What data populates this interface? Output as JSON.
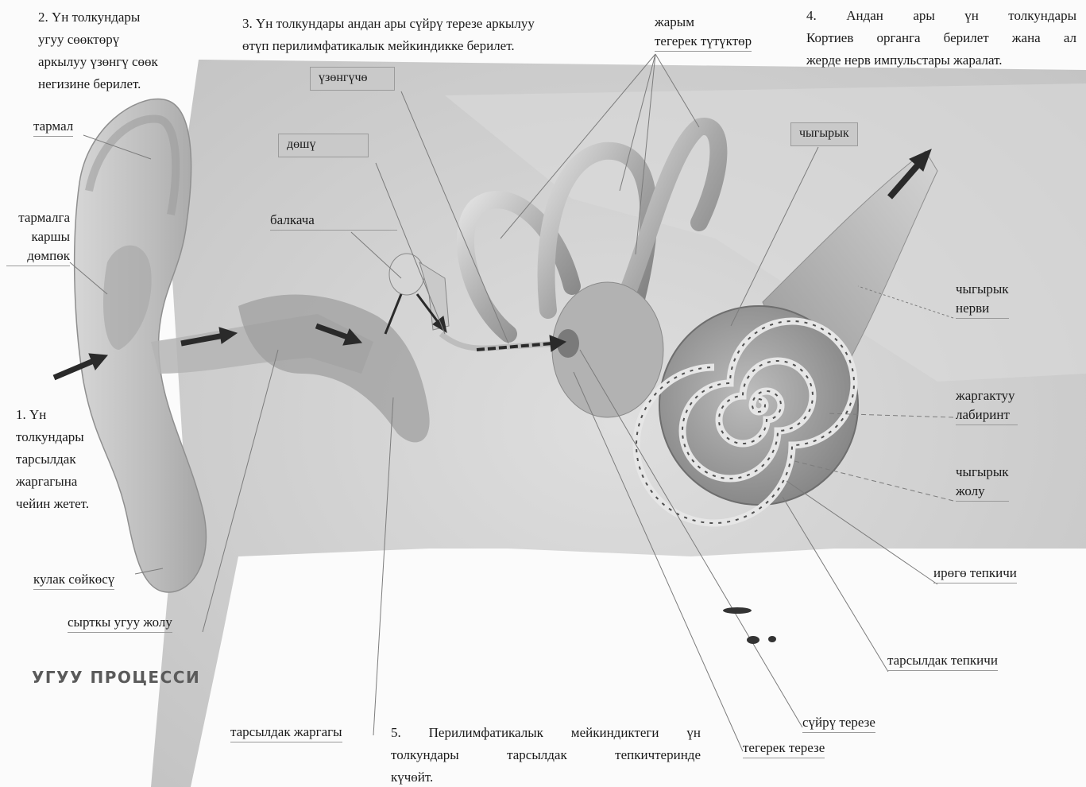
{
  "title": "УГУУ ПРОЦЕССИ",
  "steps": {
    "s1": [
      "1. Үн",
      "толкундары",
      "тарсылдак",
      "жаргагына",
      "чейин жетет."
    ],
    "s2": [
      "2. Үн толкундары",
      "угуу сөөктөрү",
      "аркылуу үзөнгү сөөк",
      "негизине берилет."
    ],
    "s3": [
      "3. Үн толкундары андан ары сүйрү терезе аркылуу",
      "өтүп перилимфатикалык мейкиндикке берилет."
    ],
    "s4": [
      "4. Андан ары үн толкундары",
      "Кортиев органга берилет жана ал",
      "жерде нерв импульстары жаралат."
    ],
    "s5": [
      "5. Перилимфатикалык мейкиндиктеги үн",
      "толкундары тарсылдак тепкичтеринде",
      "күчөйт."
    ]
  },
  "labels": {
    "tarmal": "тармал",
    "antihelix": [
      "тармалга",
      "каршы",
      "дөмпөк"
    ],
    "lobe": "кулак сөйкөсү",
    "canal": "сырткы угуу жолу",
    "eardrum": "тарсылдак жаргагы",
    "stirrup": "үзөнгүчө",
    "anvil": "дөшү",
    "hammer": "балкача",
    "canals": [
      "жарым",
      "тегерек түтүктөр"
    ],
    "cochlea": "чыгырык",
    "nerve": [
      "чыгырык",
      "нерви"
    ],
    "membranous": [
      "жаргактуу",
      "лабиринт"
    ],
    "duct": [
      "чыгырык",
      "жолу"
    ],
    "vestibuli": "ирөгө тепкичи",
    "tympani": "тарсылдак тепкичи",
    "oval": "сүйрү терезе",
    "round": "тегерек терезе"
  }
}
